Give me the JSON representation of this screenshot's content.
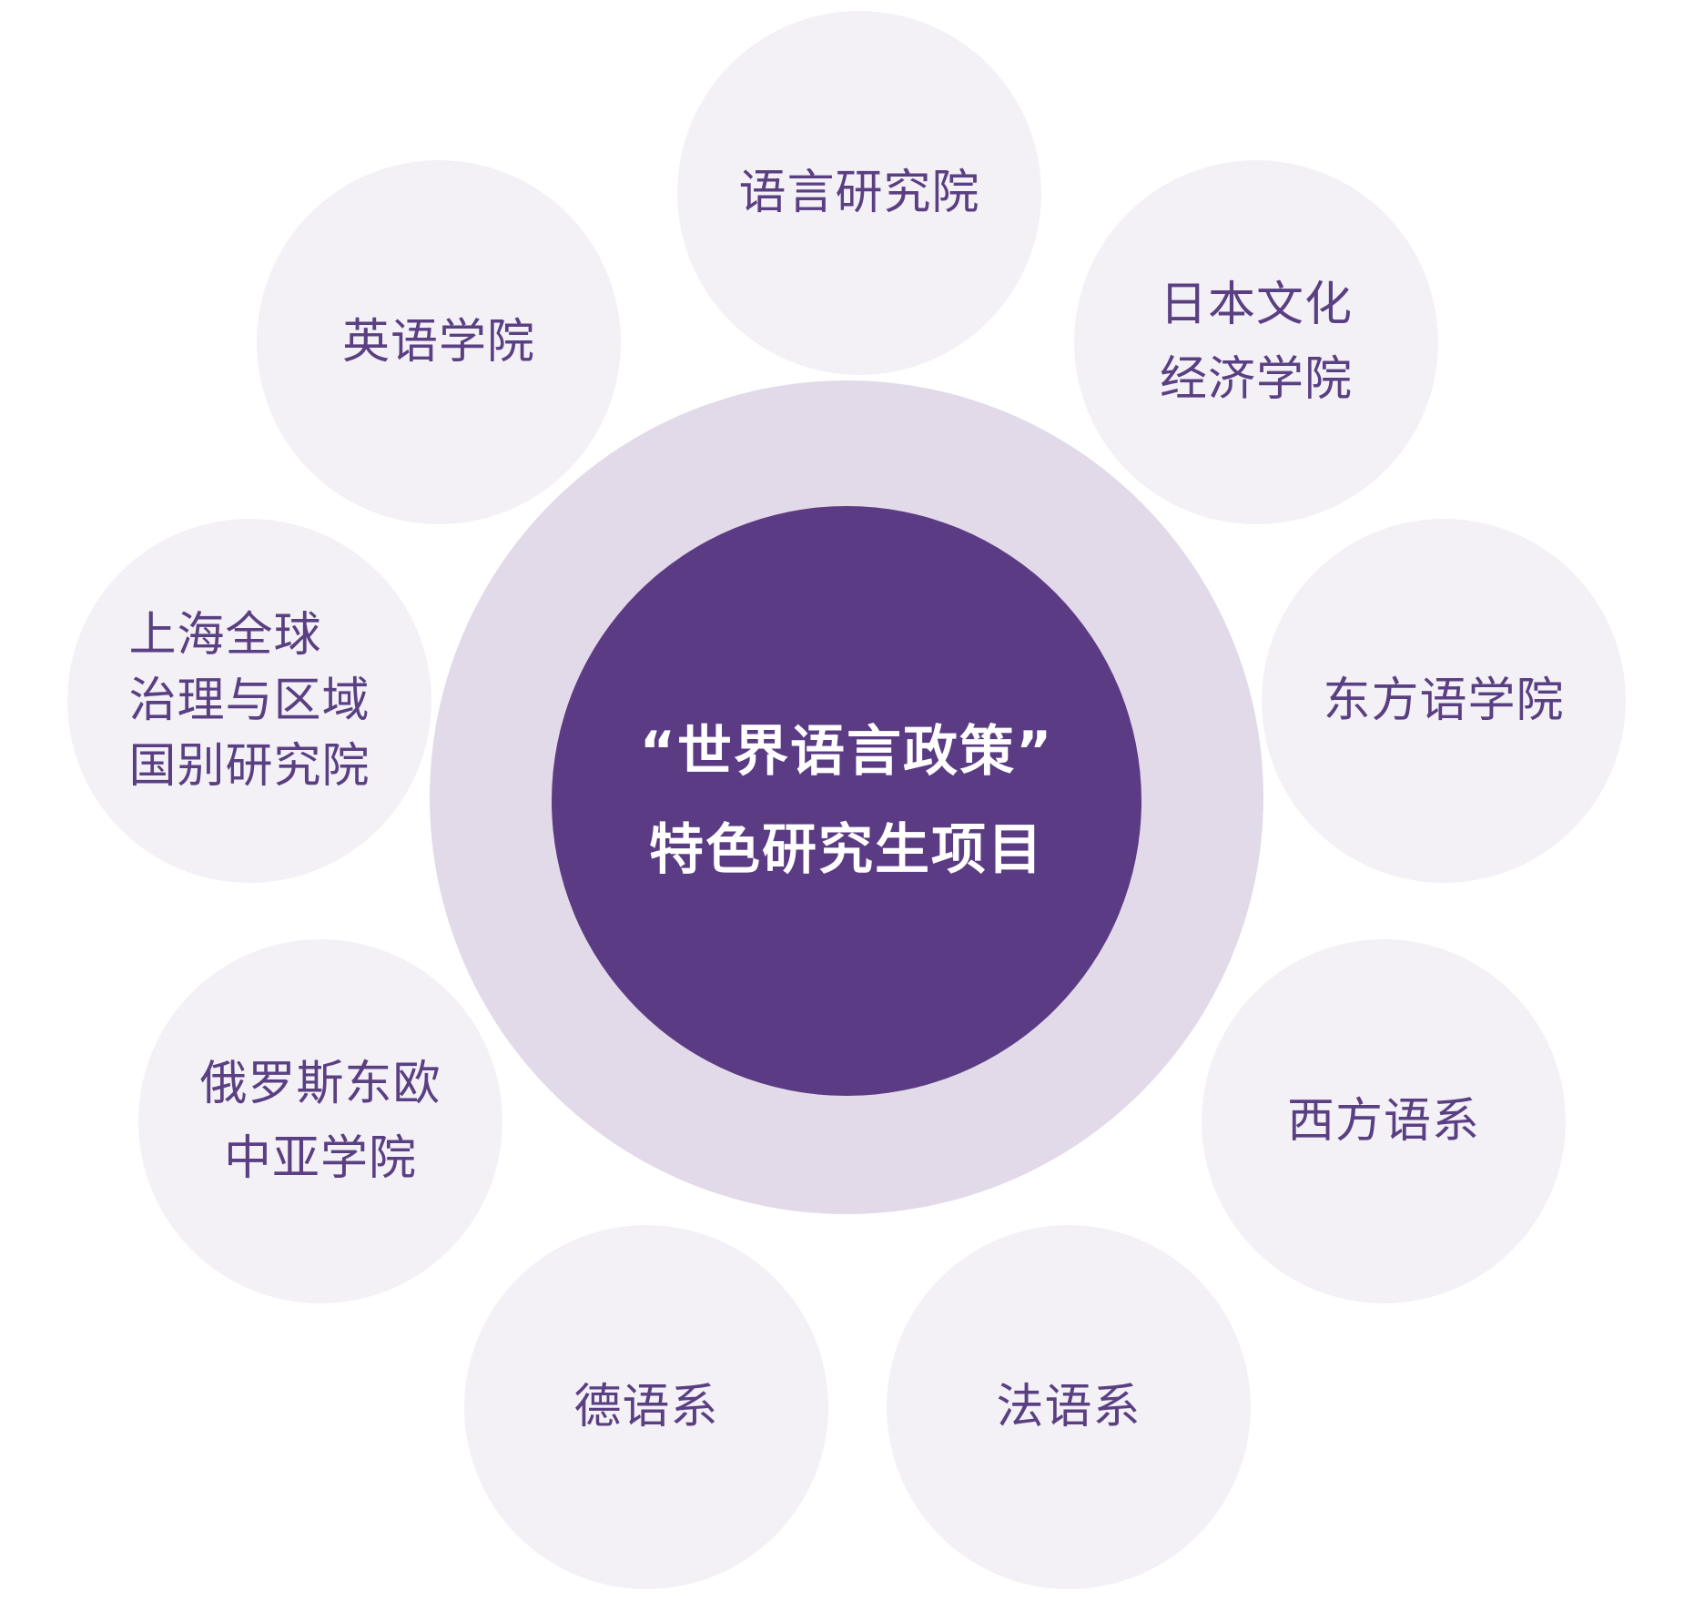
{
  "center": {
    "line1": "“世界语言政策”",
    "line2": "特色研究生项目"
  },
  "nodes": [
    {
      "label": "语言研究院"
    },
    {
      "label": "日本文化\n经济学院"
    },
    {
      "label": "东方语学院"
    },
    {
      "label": "西方语系"
    },
    {
      "label": "法语系"
    },
    {
      "label": "德语系"
    },
    {
      "label": "俄罗斯东欧\n中亚学院"
    },
    {
      "label": "上海全球\n治理与区域\n国别研究院"
    },
    {
      "label": "英语学院"
    }
  ],
  "colors": {
    "core": "#5b3b84",
    "ring": "#e3dae9",
    "node": "#f3f1f6",
    "node_text": "#5a3f82"
  }
}
